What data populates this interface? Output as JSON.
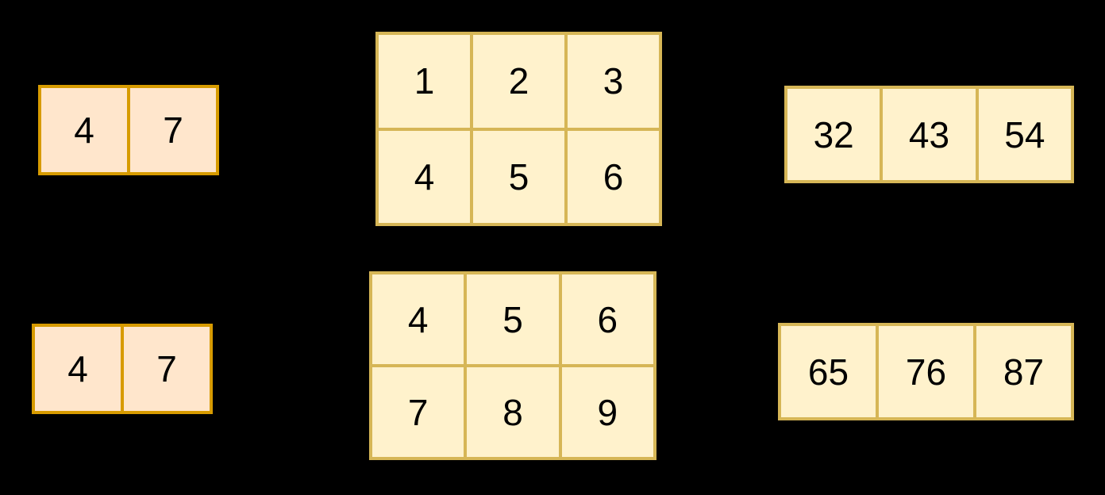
{
  "diagram": {
    "description": "vector-matrix multiplication illustration with two examples",
    "background_color": "#000000",
    "palette": {
      "orange_fill": "#FFE6CC",
      "orange_stroke": "#D79B00",
      "yellow_fill": "#FFF2CC",
      "yellow_stroke": "#D6B656",
      "text_color": "#000000"
    },
    "tables": [
      {
        "name": "input-vector-top",
        "variant": "orange",
        "rows": 1,
        "cols": 2,
        "grid": [
          [
            "4",
            "7"
          ]
        ]
      },
      {
        "name": "matrix-top",
        "variant": "yellow",
        "rows": 2,
        "cols": 3,
        "grid": [
          [
            "1",
            "2",
            "3"
          ],
          [
            "4",
            "5",
            "6"
          ]
        ]
      },
      {
        "name": "result-vector-top",
        "variant": "yellow",
        "rows": 1,
        "cols": 3,
        "grid": [
          [
            "32",
            "43",
            "54"
          ]
        ]
      },
      {
        "name": "input-vector-bottom",
        "variant": "orange",
        "rows": 1,
        "cols": 2,
        "grid": [
          [
            "4",
            "7"
          ]
        ]
      },
      {
        "name": "matrix-bottom",
        "variant": "yellow",
        "rows": 2,
        "cols": 3,
        "grid": [
          [
            "4",
            "5",
            "6"
          ],
          [
            "7",
            "8",
            "9"
          ]
        ]
      },
      {
        "name": "result-vector-bottom",
        "variant": "yellow",
        "rows": 1,
        "cols": 3,
        "grid": [
          [
            "65",
            "76",
            "87"
          ]
        ]
      }
    ]
  }
}
